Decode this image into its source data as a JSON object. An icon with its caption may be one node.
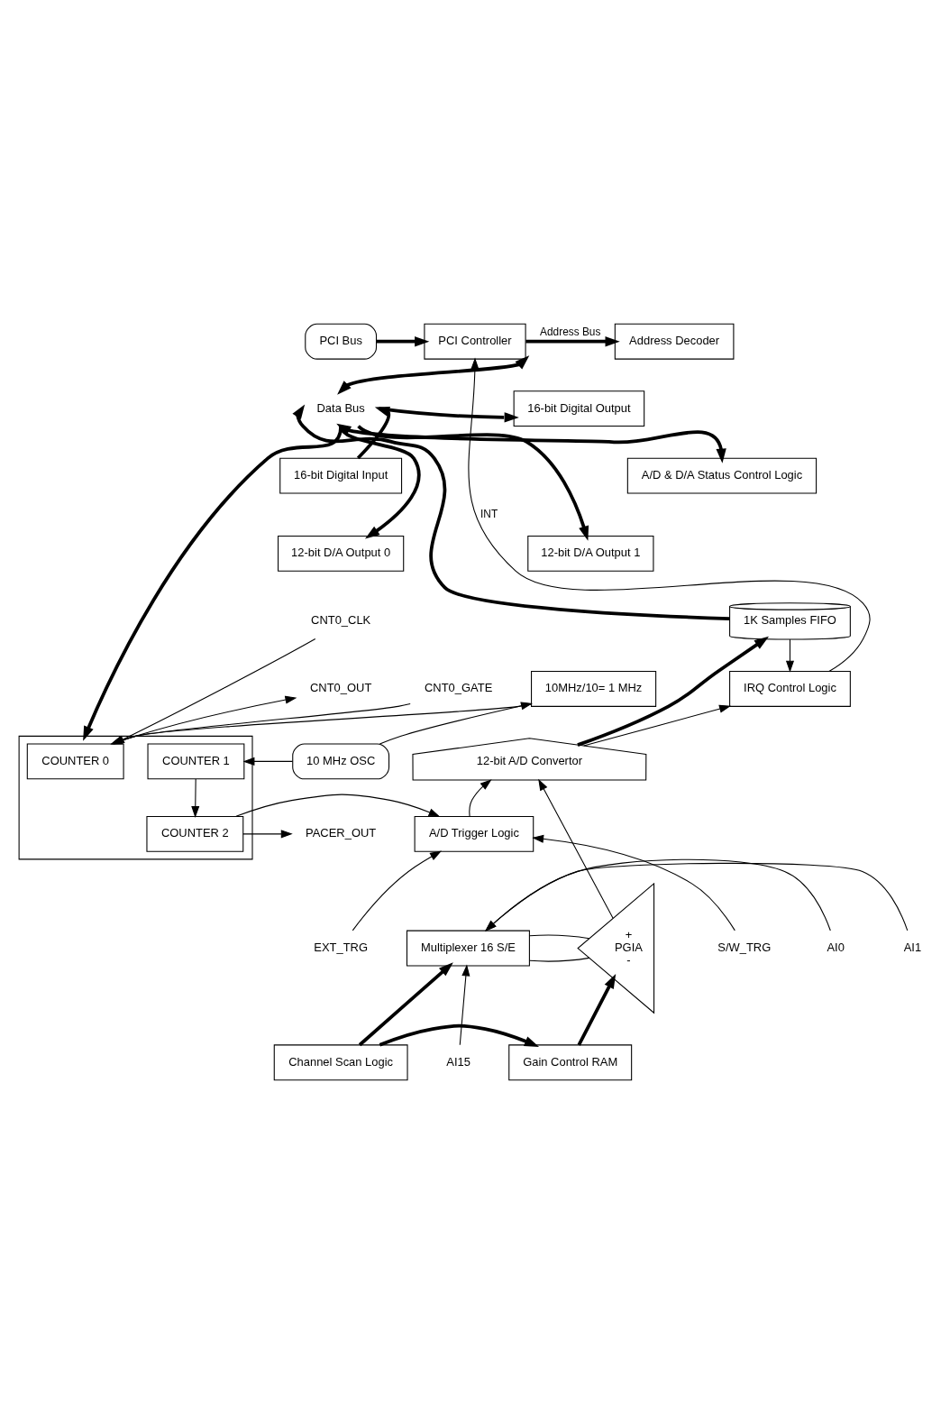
{
  "diagram": {
    "nodes": [
      {
        "text": [
          "PCI Bus"
        ]
      },
      {
        "text": [
          "PCI Controller"
        ]
      },
      {
        "text": [
          "Address Decoder"
        ]
      },
      {
        "text": [
          "Data Bus"
        ]
      },
      {
        "text": [
          "16-bit Digital Output"
        ]
      },
      {
        "text": [
          "16-bit Digital Input"
        ]
      },
      {
        "text": [
          "A/D & D/A Status Control Logic"
        ]
      },
      {
        "text": [
          "12-bit D/A Output 0"
        ]
      },
      {
        "text": [
          "12-bit D/A Output 1"
        ]
      },
      {
        "text": [],
        "shape": "box"
      },
      {
        "text": [
          "COUNTER 0"
        ],
        "in": 9
      },
      {
        "text": [
          "COUNTER 1"
        ],
        "in": 9
      },
      {
        "text": [
          "COUNTER 2"
        ],
        "in": 9
      },
      {
        "text": [
          "CNT0_CLK"
        ]
      },
      {
        "text": [
          "CNT0_OUT"
        ]
      },
      {
        "text": [
          "CNT0_GATE"
        ]
      },
      {
        "text": [
          "PACER_OUT"
        ]
      },
      {
        "text": [
          "1K Samples FIFO"
        ]
      },
      {
        "text": [
          "IRQ Control Logic"
        ]
      },
      {
        "text": [
          "10MHz/10= 1 MHz"
        ]
      },
      {
        "text": [
          "10 MHz OSC"
        ]
      },
      {
        "text": [
          "12-bit A/D Convertor"
        ]
      },
      {
        "text": [
          "A/D Trigger Logic"
        ]
      },
      {
        "text": [
          "EXT_TRG"
        ]
      },
      {
        "text": [
          "S/W_TRG"
        ]
      },
      {
        "text": [
          "+",
          "PGIA",
          "-"
        ]
      },
      {
        "text": [
          "Channel Scan Logic"
        ]
      },
      {
        "text": [
          "Gain Control RAM"
        ]
      },
      {
        "text": [
          "Multiplexer 16 S/E"
        ]
      },
      {
        "text": [
          "AI0"
        ]
      },
      {
        "text": [
          "AI1"
        ]
      },
      {
        "text": [
          "AI15"
        ]
      }
    ],
    "edges": [
      {
        "from": 0,
        "to": 1,
        "arrow": "to",
        "style": "thick"
      },
      {
        "from": 1,
        "to": 2,
        "arrow": "to",
        "style": "thick",
        "label": "Address Bus"
      },
      {
        "from": 1,
        "to": 3,
        "arrow": "both",
        "style": "thick"
      },
      {
        "from": 3,
        "to": 4,
        "arrow": "to",
        "style": "thick"
      },
      {
        "from": 5,
        "to": 3,
        "arrow": "to",
        "style": "thick"
      },
      {
        "from": 6,
        "to": 3,
        "arrow": "both",
        "style": "thick"
      },
      {
        "from": 3,
        "to": 7,
        "arrow": "to",
        "style": "thick"
      },
      {
        "from": 3,
        "to": 8,
        "arrow": "to",
        "style": "thick"
      },
      {
        "from": 3,
        "to": 9,
        "arrow": "to",
        "style": "thick"
      },
      {
        "from": 17,
        "to": 3,
        "arrow": "to",
        "style": "thick"
      },
      {
        "from": 18,
        "to": 1,
        "arrow": "to",
        "label": "INT"
      },
      {
        "from": 17,
        "to": 18,
        "arrow": "to"
      },
      {
        "from": 21,
        "to": 18,
        "arrow": "to"
      },
      {
        "from": 21,
        "to": 17,
        "arrow": "to",
        "style": "thick"
      },
      {
        "from": 22,
        "to": 21,
        "arrow": "to"
      },
      {
        "from": 13,
        "to": 10,
        "arrow": "to"
      },
      {
        "from": 19,
        "to": 10,
        "arrow": "to"
      },
      {
        "from": 20,
        "to": 19,
        "arrow": "to"
      },
      {
        "from": 20,
        "to": 11,
        "arrow": "to"
      },
      {
        "from": 11,
        "to": 12,
        "arrow": "to"
      },
      {
        "from": 10,
        "to": 14,
        "arrow": "to"
      },
      {
        "from": 15,
        "to": 10,
        "arrow": "to"
      },
      {
        "from": 12,
        "to": 16,
        "arrow": "to"
      },
      {
        "from": 12,
        "to": 22,
        "arrow": "to"
      },
      {
        "from": 23,
        "to": 22,
        "arrow": "to"
      },
      {
        "from": 24,
        "to": 22,
        "arrow": "to"
      },
      {
        "from": 28,
        "to": 25,
        "arrow": "none"
      },
      {
        "from": 28,
        "to": 25,
        "arrow": "none"
      },
      {
        "from": 25,
        "to": 21,
        "arrow": "to"
      },
      {
        "from": 27,
        "to": 25,
        "arrow": "to",
        "style": "thick"
      },
      {
        "from": 26,
        "to": 27,
        "arrow": "to",
        "style": "thick"
      },
      {
        "from": 26,
        "to": 28,
        "arrow": "to",
        "style": "thick"
      },
      {
        "from": 29,
        "to": 28,
        "arrow": "to"
      },
      {
        "from": 30,
        "to": 28,
        "arrow": "to"
      },
      {
        "from": 31,
        "to": 28,
        "arrow": "to"
      }
    ]
  }
}
